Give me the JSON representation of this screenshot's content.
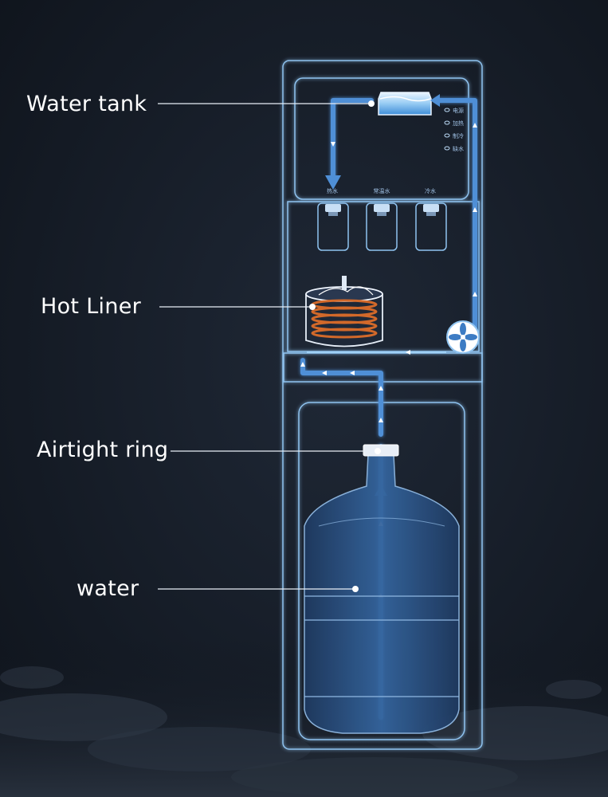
{
  "callouts": {
    "water_tank": "Water tank",
    "hot_liner": "Hot Liner",
    "airtight_ring": "Airtight ring",
    "water": "water"
  },
  "panel": {
    "indicators": [
      "电源",
      "加热",
      "制冷",
      "缺水"
    ],
    "taps": [
      "热水",
      "常温水",
      "冷水"
    ]
  },
  "colors": {
    "background": "#141a24",
    "outline": "#8fc3f0",
    "flow": "#4f8fd6",
    "bottle": "#2b4f7e",
    "coil": "#d2692a"
  }
}
